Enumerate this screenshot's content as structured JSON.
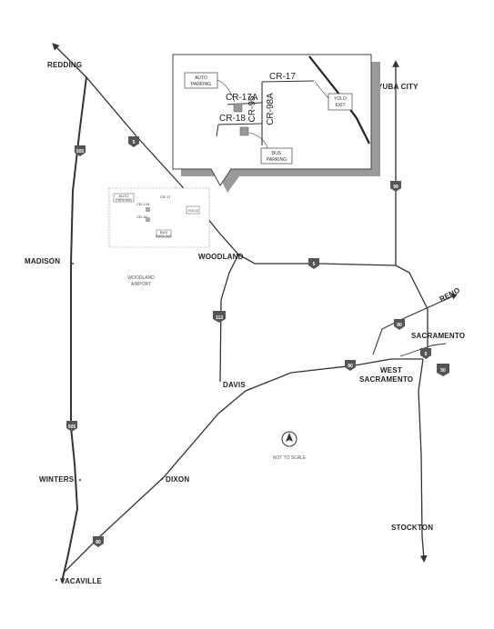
{
  "cities": {
    "redding": "REDDING",
    "yuba_city": "YUBA CITY",
    "madison": "MADISON",
    "woodland": "WOODLAND",
    "reno": "RENO",
    "sacramento": "SACRAMENTO",
    "west_sacramento_line1": "WEST",
    "west_sacramento_line2": "SACRAMENTO",
    "davis": "DAVIS",
    "winters": "WINTERS",
    "dixon": "DIXON",
    "stockton": "STOCKTON",
    "vacaville": "VACAVILLE"
  },
  "airport": {
    "line1": "WOODLAND",
    "line2": "AIRPORT"
  },
  "scale_note": "NOT TO SCALE",
  "compass_letter": "N",
  "shields": {
    "i5": "5",
    "i505": "505",
    "i113": "113",
    "i99": "99",
    "i80": "80",
    "us50": "50"
  },
  "inset": {
    "road_cr17": "CR-17",
    "road_cr17a": "CR-17A",
    "road_cr18": "CR-18",
    "road_cr95": "CR-95",
    "road_cr98a": "CR-98A",
    "auto_parking_line1": "AUTO",
    "auto_parking_line2": "PARKING",
    "bus_parking_line1": "BUS",
    "bus_parking_line2": "PARKING",
    "yolo_exit_line1": "YOLO",
    "yolo_exit_line2": "EXIT"
  },
  "colors": {
    "road": "#333333",
    "shield": "#555555",
    "shadow": "#9a9a9a"
  }
}
